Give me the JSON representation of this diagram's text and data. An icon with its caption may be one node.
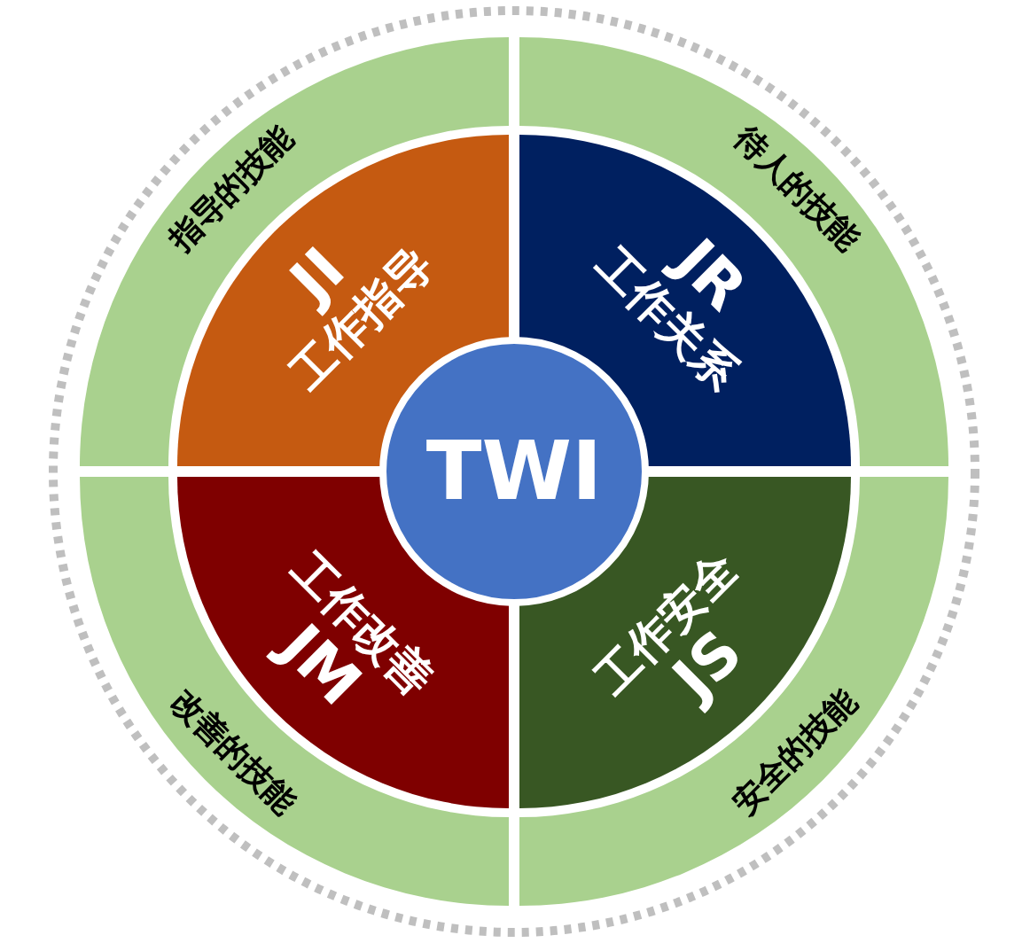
{
  "diagram": {
    "nodes": [
      {
        "text": [
          "指导的技能"
        ]
      },
      {
        "text": [
          "待人的技能"
        ]
      },
      {
        "text": [
          "改善的技能"
        ]
      },
      {
        "text": [
          "安全的技能"
        ]
      },
      {
        "text": [
          "JI",
          "工作指导"
        ]
      },
      {
        "text": [
          "JR",
          "工作关系"
        ]
      },
      {
        "text": [
          "工作改善",
          "JM"
        ]
      },
      {
        "text": [
          "工作安全",
          "JS"
        ]
      },
      {
        "text": [
          "TWI"
        ]
      }
    ]
  }
}
